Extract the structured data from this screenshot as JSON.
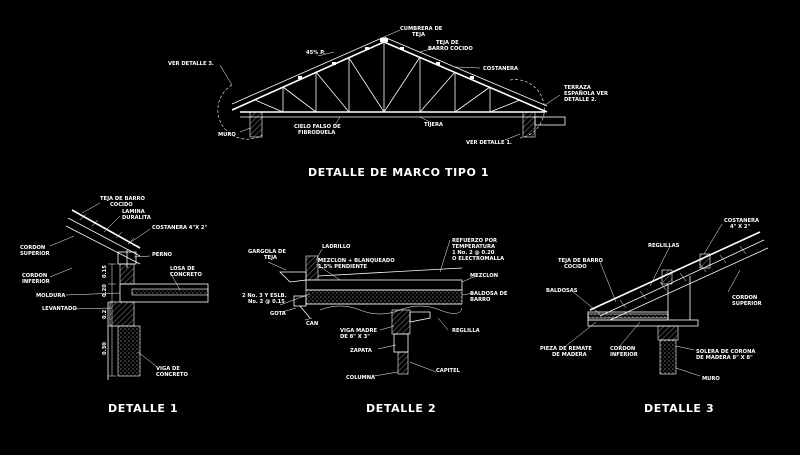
{
  "titles": {
    "main": "DETALLE DE MARCO TIPO 1",
    "d1": "DETALLE 1",
    "d2": "DETALLE 2",
    "d3": "DETALLE 3"
  },
  "main_labels": {
    "cumbrera": [
      "CUMBRERA DE",
      "TEJA"
    ],
    "teja": [
      "TEJA DE",
      "BARRO COCIDO"
    ],
    "costanera": "COSTANERA",
    "pendiente": "45% P.",
    "ver_d3": "VER DETALLE 3.",
    "terraza": [
      "TERRAZA",
      "ESPAÑOLA VER",
      "DETALLE 2."
    ],
    "muro": "MURO",
    "cielo": [
      "CIELO FALSO DE",
      "FIBRODUELA"
    ],
    "tijera": "TIJERA",
    "ver_d1": "VER DETALLE 1."
  },
  "d1_labels": {
    "teja": [
      "TEJA DE BARRO",
      "COCIDO"
    ],
    "lamina": [
      "LAMINA",
      "DURALITA"
    ],
    "costanera": "COSTANERA 4\"X 2\"",
    "cordon_sup": [
      "CORDON",
      "SUPERIOR"
    ],
    "perno": "PERNO",
    "cordon_inf": [
      "CORDON",
      "INFERIOR"
    ],
    "losa": [
      "LOSA DE",
      "CONCRETO"
    ],
    "moldura": "MOLDURA",
    "levantado": "LEVANTADO",
    "viga": [
      "VIGA DE",
      "CONCRETO"
    ],
    "dims": [
      "0.15",
      "0.20",
      "0.2",
      "0.30"
    ]
  },
  "d2_labels": {
    "gargola": [
      "GARGOLA DE",
      "TEJA"
    ],
    "ladrillo": "LADRILLO",
    "refuerzo": [
      "REFUERZO POR",
      "TEMPERATURA",
      "1 No. 2 @ 0.20",
      "O ELECTROMALLA"
    ],
    "mezclon_bl": [
      "MEZCLON + BLANQUEADO",
      "1.5% PENDIENTE"
    ],
    "mezclon": "MEZCLON",
    "esl": [
      "2 No. 3 Y ESLB.",
      "No. 2 @ 0.15"
    ],
    "baldosa": [
      "BALDOSA DE",
      "BARRO"
    ],
    "gota": "GOTA",
    "can": "CAN",
    "viga": [
      "VIGA MADRE",
      "DE 8\" X 3\""
    ],
    "reglilla": "REGLILLA",
    "zapata": "ZAPATA",
    "capitel": "CAPITEL",
    "columna": "COLUMNA"
  },
  "d3_labels": {
    "costanera": [
      "COSTANERA",
      "4\" X 2\""
    ],
    "reglillas": "REGLILLAS",
    "teja": [
      "TEJA DE BARRO",
      "COCIDO"
    ],
    "baldosas": "BALDOSAS",
    "cordon_sup": [
      "CORDON",
      "SUPERIOR"
    ],
    "pieza": [
      "PIEZA DE REMATE",
      "DE MADERA"
    ],
    "cordon_inf": [
      "CORDON",
      "INFERIOR"
    ],
    "solera": [
      "SOLERA DE CORONA",
      "DE MADERA 8\" X 8\""
    ],
    "muro": "MURO"
  }
}
